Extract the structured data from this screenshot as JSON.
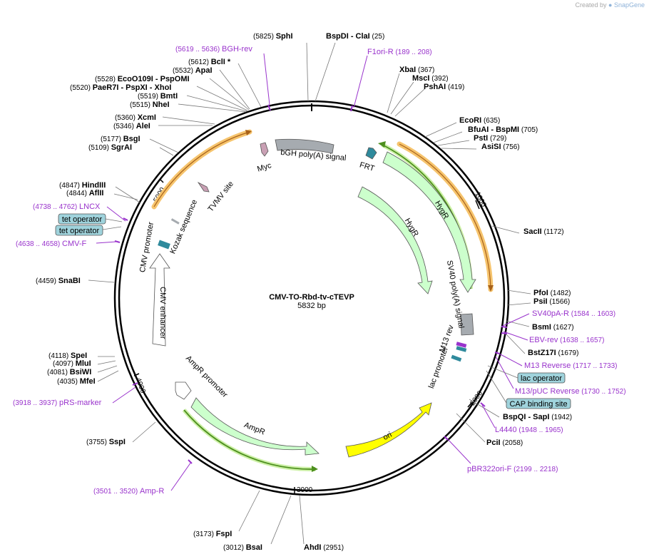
{
  "credit": {
    "prefix": "Created by",
    "brand": "SnapGene"
  },
  "plasmid": {
    "name": "CMV-TO-Rbd-tv-cTEVP",
    "length": "5832 bp",
    "total_bp": 5832
  },
  "ticks": [
    {
      "label": "1000",
      "bp": 1000
    },
    {
      "label": "2000",
      "bp": 2000
    },
    {
      "label": "3000",
      "bp": 3000
    },
    {
      "label": "4000",
      "bp": 4000
    },
    {
      "label": "5000",
      "bp": 5000
    }
  ],
  "sites": [
    {
      "name": "SphI",
      "pos": "(5825)"
    },
    {
      "name": "BspDI",
      "suffix": " - ClaI",
      "pos": "(25)"
    },
    {
      "name": "XbaI",
      "pos": "(367)"
    },
    {
      "name": "MscI",
      "pos": "(392)"
    },
    {
      "name": "PshAI",
      "pos": "(419)"
    },
    {
      "name": "EcoRI",
      "pos": "(635)"
    },
    {
      "name": "BfuAI",
      "suffix": " - BspMI",
      "pos": "(705)"
    },
    {
      "name": "PstI",
      "pos": "(729)"
    },
    {
      "name": "AsiSI",
      "pos": "(756)"
    },
    {
      "name": "SacII",
      "pos": "(1172)"
    },
    {
      "name": "PfoI",
      "pos": "(1482)"
    },
    {
      "name": "PsiI",
      "pos": "(1566)"
    },
    {
      "name": "BsmI",
      "pos": "(1627)"
    },
    {
      "name": "BstZ17I",
      "pos": "(1679)"
    },
    {
      "name": "BspQI",
      "suffix": " - SapI",
      "pos": "(1942)"
    },
    {
      "name": "PciI",
      "pos": "(2058)"
    },
    {
      "name": "AhdI",
      "pos": "(2951)"
    },
    {
      "name": "BsaI",
      "pos": "(3012)"
    },
    {
      "name": "FspI",
      "pos": "(3173)"
    },
    {
      "name": "SspI",
      "pos": "(3755)"
    },
    {
      "name": "MfeI",
      "pos": "(4035)"
    },
    {
      "name": "BsiWI",
      "pos": "(4081)"
    },
    {
      "name": "MluI",
      "pos": "(4097)"
    },
    {
      "name": "SpeI",
      "pos": "(4118)"
    },
    {
      "name": "SnaBI",
      "pos": "(4459)"
    },
    {
      "name": "AflII",
      "pos": "(4844)"
    },
    {
      "name": "HindIII",
      "pos": "(4847)"
    },
    {
      "name": "SgrAI",
      "pos": "(5109)"
    },
    {
      "name": "BsgI",
      "pos": "(5177)"
    },
    {
      "name": "AleI",
      "pos": "(5346)"
    },
    {
      "name": "XcmI",
      "pos": "(5360)"
    },
    {
      "name": "NheI",
      "pos": "(5515)"
    },
    {
      "name": "BmtI",
      "pos": "(5519)"
    },
    {
      "name": "PaeR7I",
      "suffix": " - PspXI - XhoI",
      "pos": "(5520)"
    },
    {
      "name": "EcoO109I",
      "suffix": " - PspOMI",
      "pos": "(5528)"
    },
    {
      "name": "ApaI",
      "pos": "(5532)"
    },
    {
      "name": "BclI *",
      "pos": "(5612)"
    }
  ],
  "primers": [
    {
      "name": "BGH-rev",
      "range": "(5619 .. 5636)"
    },
    {
      "name": "F1ori-R",
      "range": "(189 .. 208)"
    },
    {
      "name": "SV40pA-R",
      "range": "(1584 .. 1603)"
    },
    {
      "name": "EBV-rev",
      "range": "(1638 .. 1657)"
    },
    {
      "name": "M13 Reverse",
      "range": "(1717 .. 1733)"
    },
    {
      "name": "M13/pUC Reverse",
      "range": "(1730 .. 1752)"
    },
    {
      "name": "L4440",
      "range": "(1948 .. 1965)"
    },
    {
      "name": "pBR322ori-F",
      "range": "(2199 .. 2218)"
    },
    {
      "name": "Amp-R",
      "range": "(3501 .. 3520)"
    },
    {
      "name": "pRS-marker",
      "range": "(3918 .. 3937)"
    },
    {
      "name": "CMV-F",
      "range": "(4638 .. 4658)"
    },
    {
      "name": "LNCX",
      "range": "(4738 .. 4762)"
    }
  ],
  "boxed_features": [
    {
      "name": "lac operator"
    },
    {
      "name": "CAP binding site"
    },
    {
      "name": "tet operator"
    },
    {
      "name": "tet operator"
    }
  ],
  "features": [
    {
      "name": "HygR"
    },
    {
      "name": "HygR"
    },
    {
      "name": "SV40 poly(A) signal"
    },
    {
      "name": "M13 rev"
    },
    {
      "name": "lac promoter"
    },
    {
      "name": "ori"
    },
    {
      "name": "AmpR"
    },
    {
      "name": "AmpR promoter"
    },
    {
      "name": "CMV enhancer"
    },
    {
      "name": "CMV promoter"
    },
    {
      "name": "Kozak sequence"
    },
    {
      "name": "TVMV site"
    },
    {
      "name": "Myc"
    },
    {
      "name": "bGH poly(A) signal"
    },
    {
      "name": "FRT"
    }
  ],
  "colors": {
    "site_text": "#000000",
    "primer": "#9933cc",
    "box_fill": "#9fd3dc",
    "feature_green": "#ccffcc",
    "ori": "#ffff00",
    "polyA": "#a6abb0",
    "teal": "#2f8a9c",
    "orange_orf": "#f6c46d",
    "green_orf": "#4d8f1e",
    "myc": "#c9a0b4"
  }
}
